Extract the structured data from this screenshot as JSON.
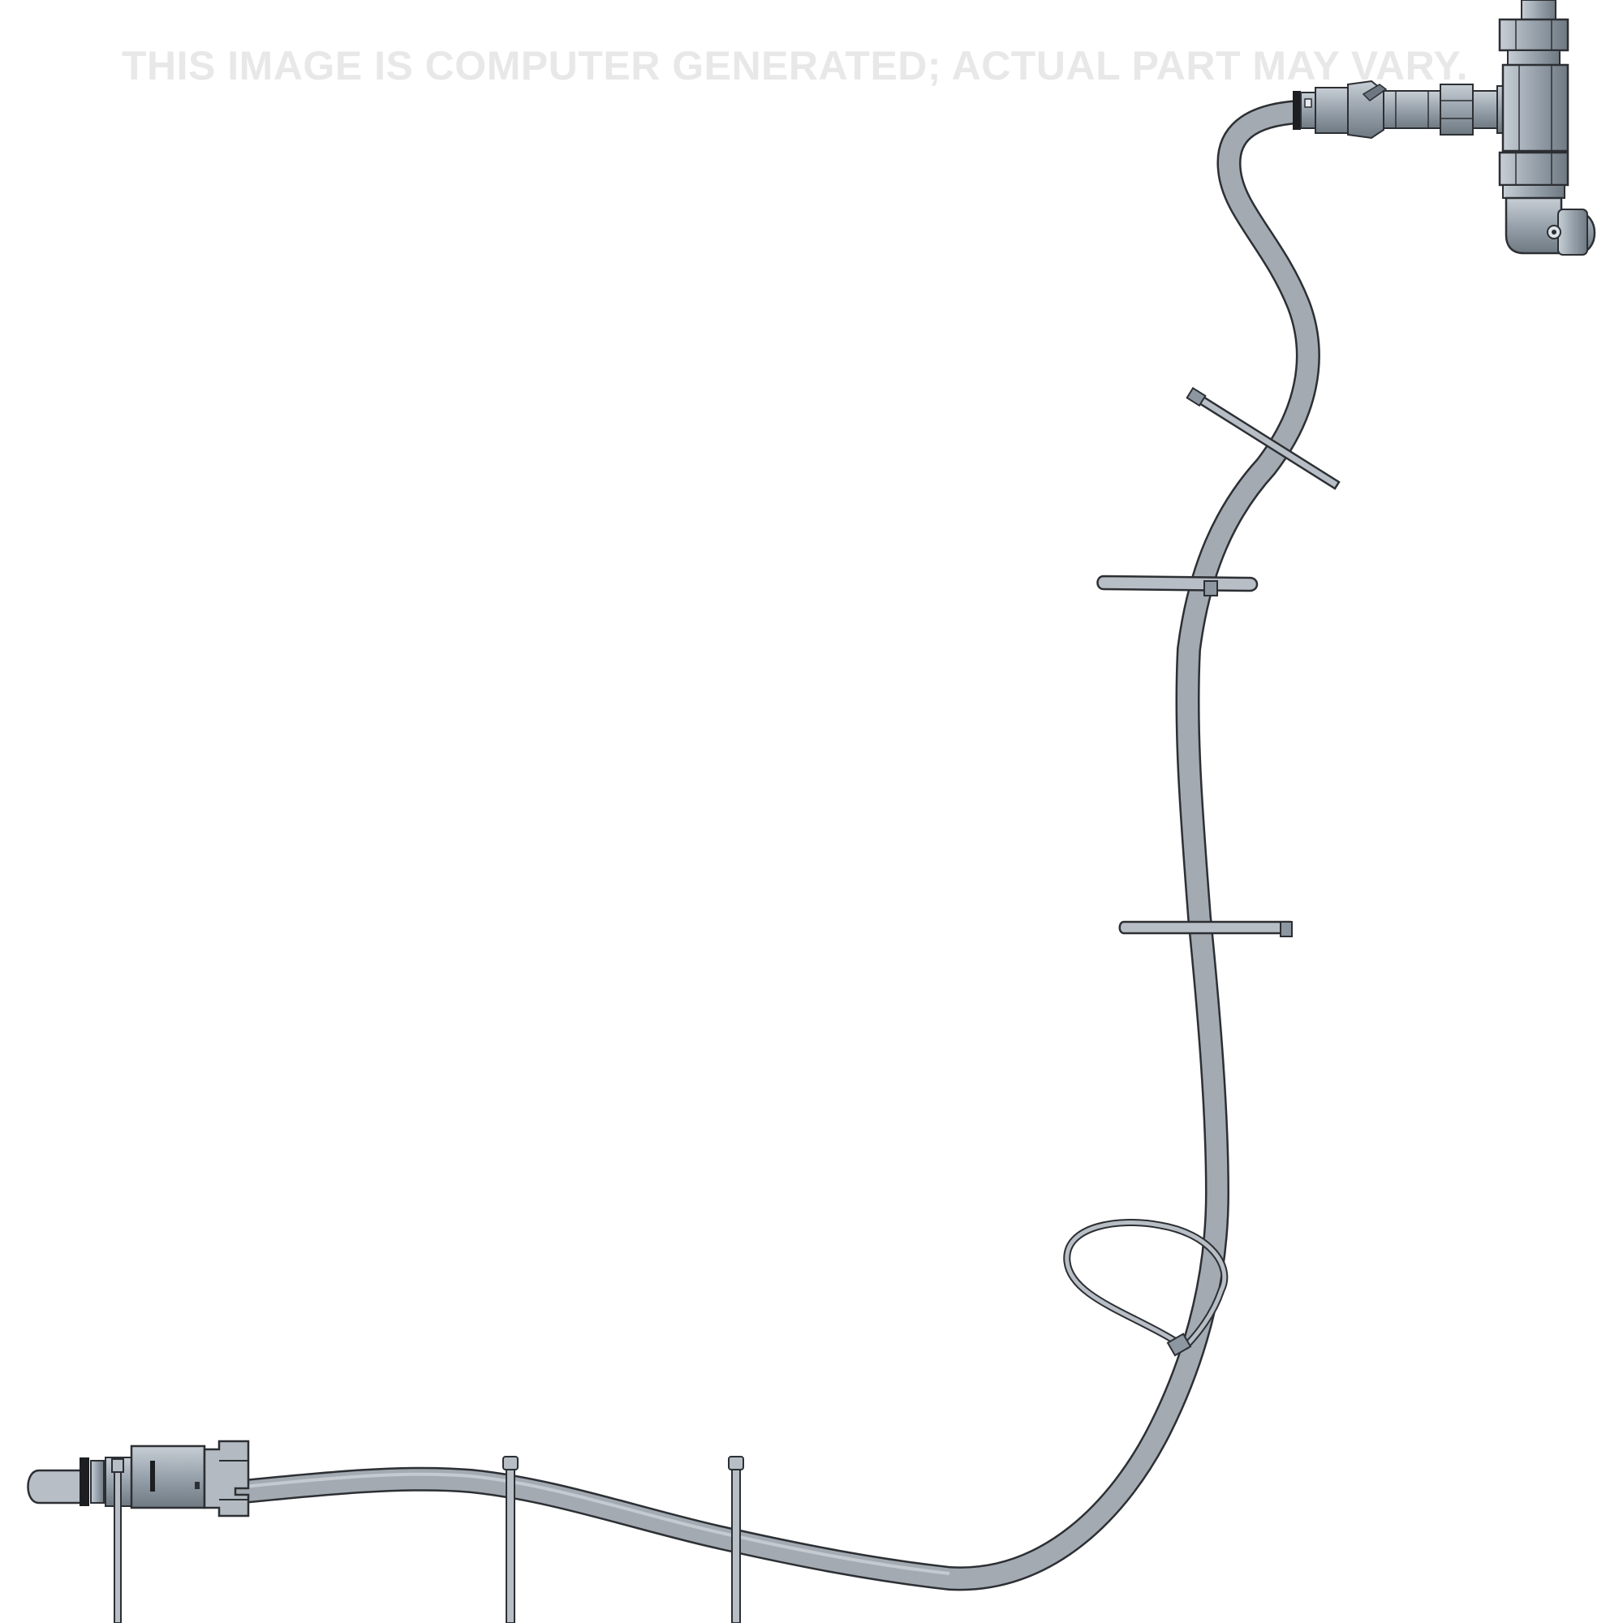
{
  "image": {
    "watermark_text": "THIS IMAGE IS COMPUTER GENERATED; ACTUAL PART MAY VARY.",
    "colors": {
      "background": "#ffffff",
      "watermark": "#e6e6e6",
      "hose_fill": "#a3aab2",
      "hose_outline": "#2c2f33",
      "fitting_fill": "#9aa4ad",
      "fitting_dark": "#6d7781",
      "tie_fill": "#b8bec5"
    },
    "parts": [
      "hose",
      "connector",
      "tee-fitting",
      "elbow-fitting",
      "cable-ties"
    ]
  }
}
